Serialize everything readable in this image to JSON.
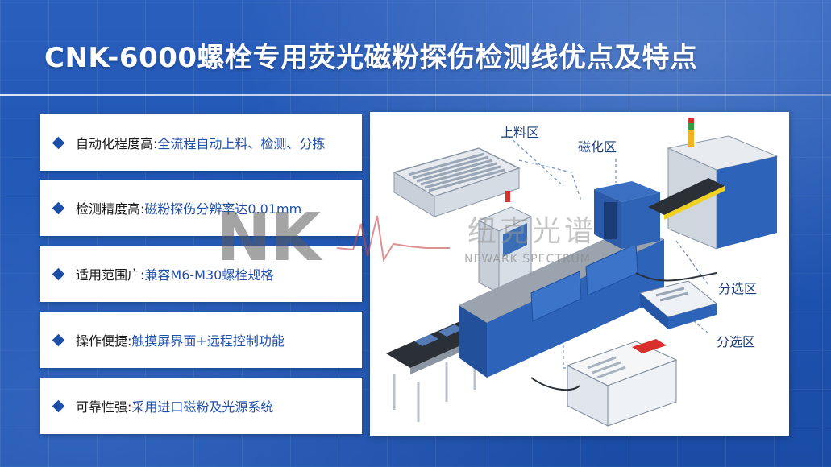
{
  "title": "CNK-6000螺栓专用荧光磁粉探伤检测线优点及特点",
  "features": [
    {
      "label": "自动化程度高:",
      "value": "全流程自动上料、检测、分拣"
    },
    {
      "label": "检测精度高:",
      "value": "磁粉探伤分辨率达0.01mm"
    },
    {
      "label": "适用范围广:",
      "value": "兼容M6-M30螺栓规格"
    },
    {
      "label": "操作便捷:",
      "value": "触摸屏界面+远程控制功能"
    },
    {
      "label": "可靠性强:",
      "value": "采用进口磁粉及光源系统"
    }
  ],
  "diagram": {
    "zone_loading": "上料区",
    "zone_magnetizing": "磁化区",
    "zone_sorting_1": "分选区",
    "zone_sorting_2": "分选区"
  },
  "watermark": {
    "logo": "NK",
    "cn": "纽克光谱",
    "en": "NEWARK SPECTRUM"
  },
  "colors": {
    "background": "#1f55b3",
    "accent": "#1b4fa8",
    "machine_blue": "#2d63b8"
  }
}
